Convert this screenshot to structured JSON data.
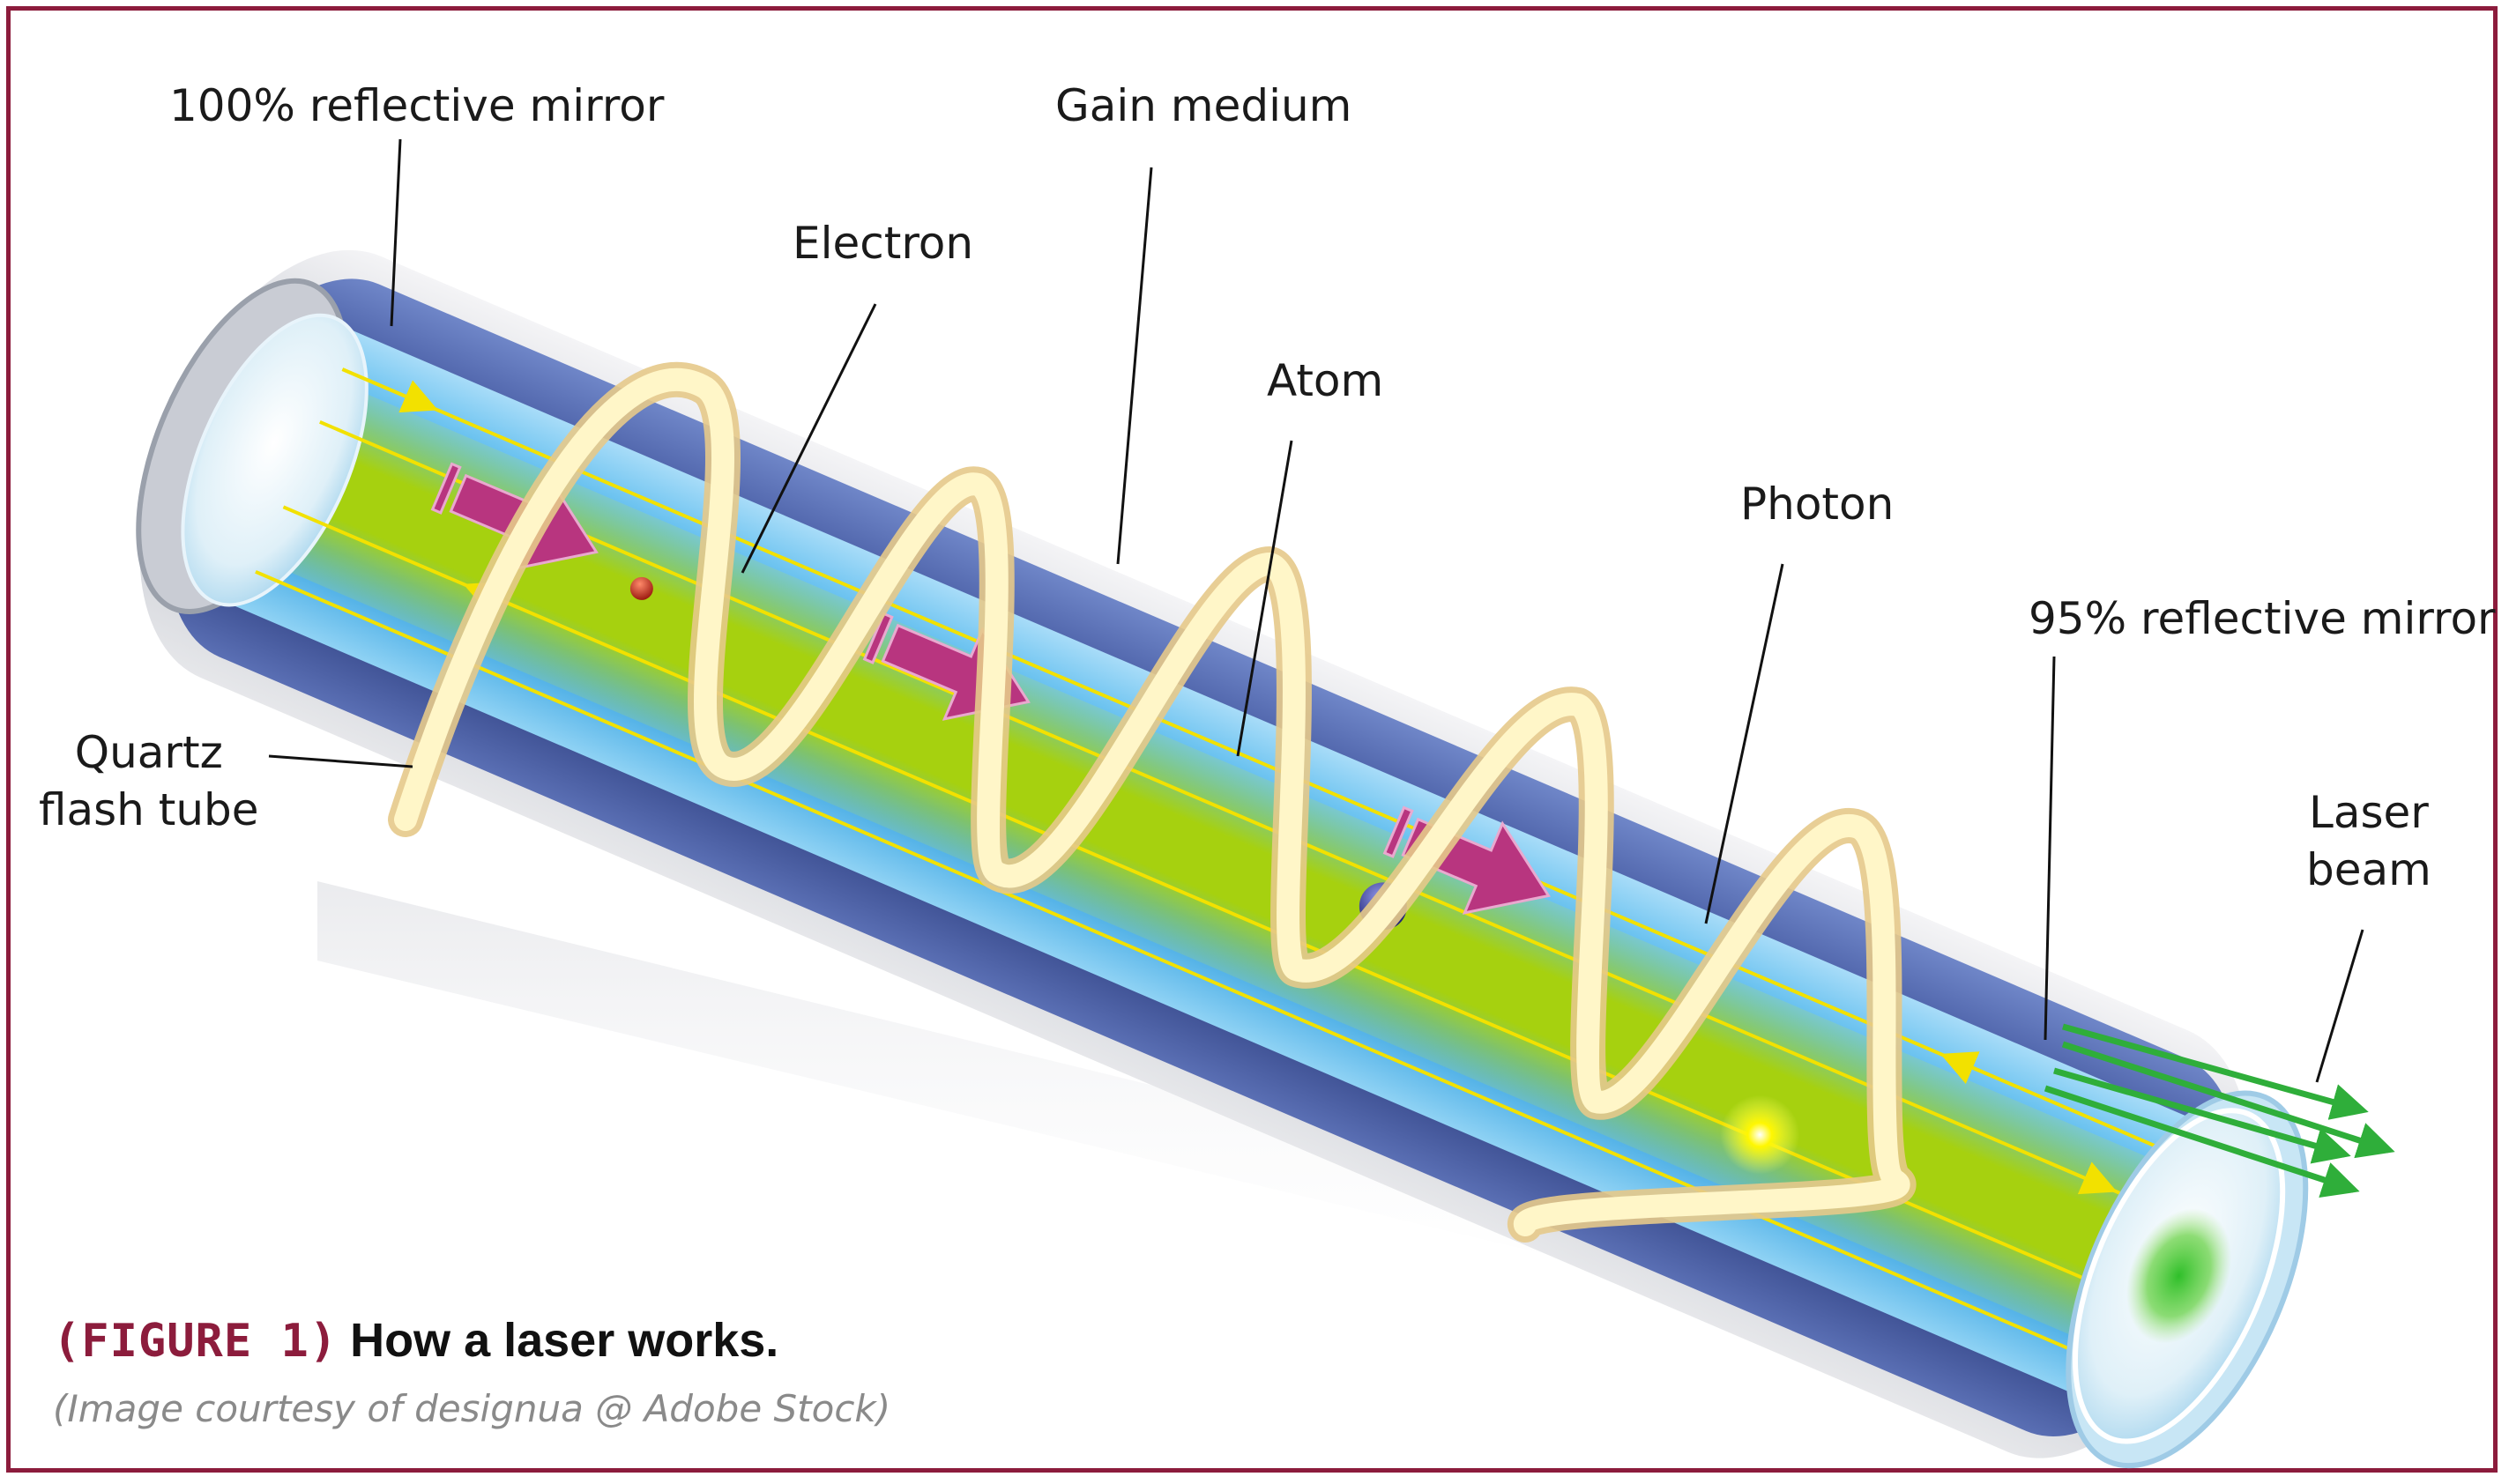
{
  "labels": {
    "reflective_mirror_100": "100% reflective mirror",
    "gain_medium": "Gain medium",
    "electron": "Electron",
    "atom": "Atom",
    "photon": "Photon",
    "reflective_mirror_95": "95% reflective mirror",
    "quartz_flash_tube": "Quartz\nflash tube",
    "laser_beam": "Laser\nbeam"
  },
  "caption": {
    "figure_number": "(FIGURE 1)",
    "title": "How a laser works.",
    "credit": "(Image courtesy of designua @ Adobe Stock)"
  },
  "colors": {
    "border": "#8c1c3c",
    "tube_outer": "#3a4f93",
    "gain_medium": "#a6d10f",
    "inner_blue": "#35a8e6",
    "pump_arrow": "#b8357f",
    "flash_tube": "#fff6c8",
    "beam": "#2fae3a",
    "photon_ray": "#f2e100",
    "electron": "#c0281c",
    "atom": "#2a2f8f"
  },
  "icons": {
    "pump_arrow": "magenta-arrow-icon",
    "beam_arrow": "green-arrow-icon",
    "ray_arrow": "yellow-arrow-icon"
  }
}
